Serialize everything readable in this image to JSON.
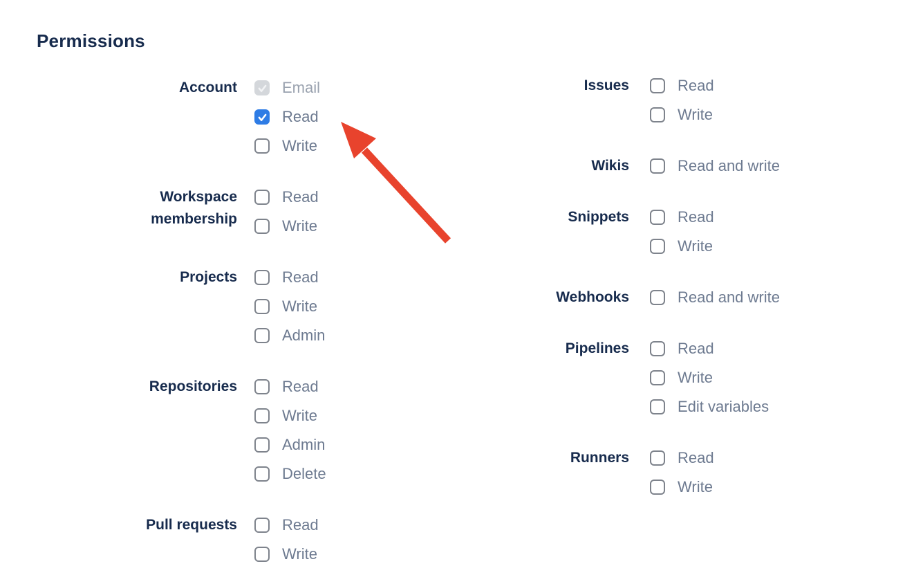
{
  "title": "Permissions",
  "colors": {
    "heading": "#172B4D",
    "option_label": "#6D7A90",
    "disabled_label": "#9AA2AF",
    "checkbox_border": "#7E838C",
    "checkbox_checked": "#2E7CE5",
    "checkbox_disabled_bg": "#D4D7DB",
    "checkbox_disabled_check": "#F2F3F5",
    "arrow": "#E8432D"
  },
  "columns": [
    {
      "name": "left",
      "groups": [
        {
          "label": "Account",
          "options": [
            {
              "label": "Email",
              "state": "checked-disabled"
            },
            {
              "label": "Read",
              "state": "checked"
            },
            {
              "label": "Write",
              "state": "unchecked"
            }
          ]
        },
        {
          "label": "Workspace membership",
          "options": [
            {
              "label": "Read",
              "state": "unchecked"
            },
            {
              "label": "Write",
              "state": "unchecked"
            }
          ]
        },
        {
          "label": "Projects",
          "options": [
            {
              "label": "Read",
              "state": "unchecked"
            },
            {
              "label": "Write",
              "state": "unchecked"
            },
            {
              "label": "Admin",
              "state": "unchecked"
            }
          ]
        },
        {
          "label": "Repositories",
          "options": [
            {
              "label": "Read",
              "state": "unchecked"
            },
            {
              "label": "Write",
              "state": "unchecked"
            },
            {
              "label": "Admin",
              "state": "unchecked"
            },
            {
              "label": "Delete",
              "state": "unchecked"
            }
          ]
        },
        {
          "label": "Pull requests",
          "options": [
            {
              "label": "Read",
              "state": "unchecked"
            },
            {
              "label": "Write",
              "state": "unchecked"
            }
          ]
        }
      ]
    },
    {
      "name": "right",
      "groups": [
        {
          "label": "Issues",
          "options": [
            {
              "label": "Read",
              "state": "unchecked"
            },
            {
              "label": "Write",
              "state": "unchecked"
            }
          ]
        },
        {
          "label": "Wikis",
          "options": [
            {
              "label": "Read and write",
              "state": "unchecked"
            }
          ]
        },
        {
          "label": "Snippets",
          "options": [
            {
              "label": "Read",
              "state": "unchecked"
            },
            {
              "label": "Write",
              "state": "unchecked"
            }
          ]
        },
        {
          "label": "Webhooks",
          "options": [
            {
              "label": "Read and write",
              "state": "unchecked"
            }
          ]
        },
        {
          "label": "Pipelines",
          "options": [
            {
              "label": "Read",
              "state": "unchecked"
            },
            {
              "label": "Write",
              "state": "unchecked"
            },
            {
              "label": "Edit variables",
              "state": "unchecked"
            }
          ]
        },
        {
          "label": "Runners",
          "options": [
            {
              "label": "Read",
              "state": "unchecked"
            },
            {
              "label": "Write",
              "state": "unchecked"
            }
          ]
        }
      ]
    }
  ],
  "annotation": {
    "type": "arrow",
    "points_to": "Account Read checkbox"
  }
}
